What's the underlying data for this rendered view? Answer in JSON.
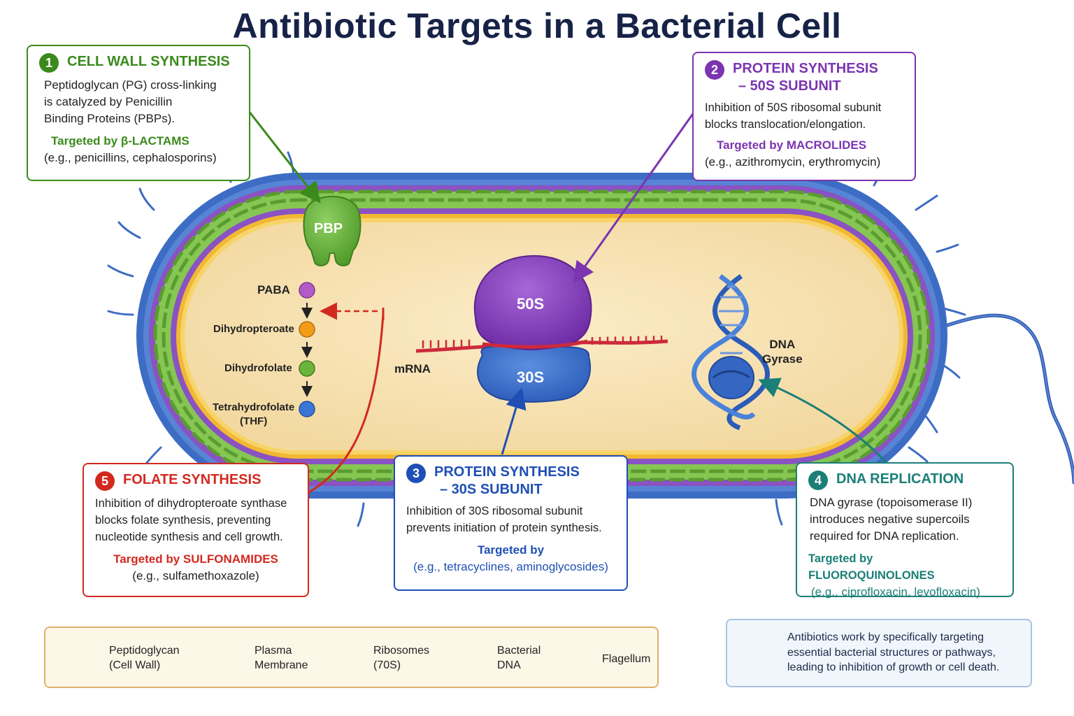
{
  "title": "Antibiotic Targets in a Bacterial Cell",
  "colors": {
    "green": "#3a8a1c",
    "purple": "#7b35b0",
    "blue": "#1f4fb5",
    "teal": "#1b7f78",
    "red": "#d2291f",
    "outer_membrane": "#3d6cc4",
    "cytoplasm": "#f7e3b4"
  },
  "callouts": {
    "cell_wall": {
      "number": "1",
      "heading": "CELL WALL SYNTHESIS",
      "description": "Peptidoglycan (PG) cross-linking\nis catalyzed by Penicillin\nBinding Proteins (PBPs).",
      "target": "Targeted by β-LACTAMS",
      "examples": "(e.g., penicillins, cephalosporins)"
    },
    "protein_50s": {
      "number": "2",
      "heading_line1": "PROTEIN SYNTHESIS",
      "heading_line2": "– 50S SUBUNIT",
      "description": "Inhibition of 50S ribosomal subunit\nblocks translocation/elongation.",
      "target": "Targeted by MACROLIDES",
      "examples": "(e.g., azithromycin, erythromycin)"
    },
    "protein_30s": {
      "number": "3",
      "heading_line1": "PROTEIN SYNTHESIS",
      "heading_line2": "– 30S SUBUNIT",
      "description": "Inhibition of 30S ribosomal subunit\nprevents initiation of protein synthesis.",
      "target": "Targeted by",
      "examples": "(e.g., tetracyclines, aminoglycosides)"
    },
    "dna_replication": {
      "number": "4",
      "heading": "DNA REPLICATION",
      "description": "DNA gyrase (topoisomerase II)\nintroduces negative supercoils\nrequired for DNA replication.",
      "target": "Targeted by FLUOROQUINOLONES",
      "examples": "(e.g., ciprofloxacin, levofloxacin)"
    },
    "folate": {
      "number": "5",
      "heading": "FOLATE SYNTHESIS",
      "description": "Inhibition of dihydropteroate synthase\nblocks folate synthesis, preventing\nnucleotide synthesis and cell growth.",
      "target": "Targeted by SULFONAMIDES",
      "examples": "(e.g., sulfamethoxazole)"
    }
  },
  "cell_labels": {
    "pbp": "PBP",
    "ribosome_50s": "50S",
    "ribosome_30s": "30S",
    "mrna": "mRNA",
    "dna_gyrase": "DNA\nGyrase"
  },
  "folate_pathway": [
    {
      "label": "PABA",
      "color": "#b35ac9"
    },
    {
      "label": "Dihydropteroate",
      "color": "#f29b16"
    },
    {
      "label": "Dihydrofolate",
      "color": "#6ab43a"
    },
    {
      "label": "Tetrahydrofolate\n(THF)",
      "color": "#3b76d6"
    }
  ],
  "legend": {
    "peptidoglycan": "Peptidoglycan\n(Cell Wall)",
    "plasma_membrane": "Plasma\nMembrane",
    "ribosomes": "Ribosomes\n(70S)",
    "bacterial_dna": "Bacterial\nDNA",
    "flagellum": "Flagellum"
  },
  "note": "Antibiotics work by specifically targeting essential bacterial structures or pathways, leading to inhibition of growth or cell death."
}
